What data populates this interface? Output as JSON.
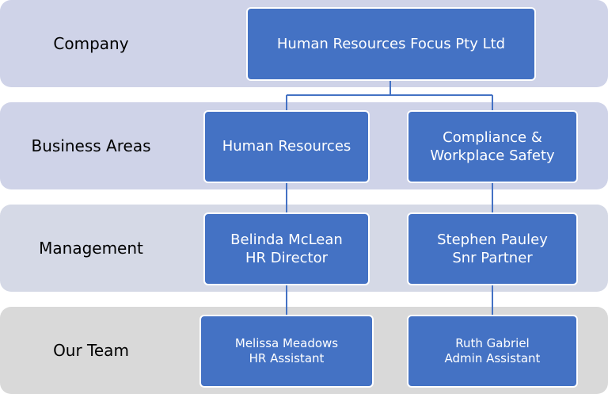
{
  "levels": [
    {
      "label": "Company"
    },
    {
      "label": "Business Areas"
    },
    {
      "label": "Management"
    },
    {
      "label": "Our Team"
    }
  ],
  "nodes": {
    "company": {
      "line1": "Human Resources Focus Pty Ltd"
    },
    "hr": {
      "line1": "Human Resources"
    },
    "compliance": {
      "line1": "Compliance &",
      "line2": "Workplace Safety"
    },
    "belinda": {
      "line1": "Belinda McLean",
      "line2": "HR Director"
    },
    "stephen": {
      "line1": "Stephen Pauley",
      "line2": "Snr Partner"
    },
    "melissa": {
      "line1": "Melissa Meadows",
      "line2": "HR Assistant"
    },
    "ruth": {
      "line1": "Ruth Gabriel",
      "line2": "Admin Assistant"
    }
  },
  "colors": {
    "node_fill": "#4472c4",
    "connector": "#4472c4",
    "band_light": "#cfd3e8",
    "band_grey": "#d9d9d9"
  }
}
